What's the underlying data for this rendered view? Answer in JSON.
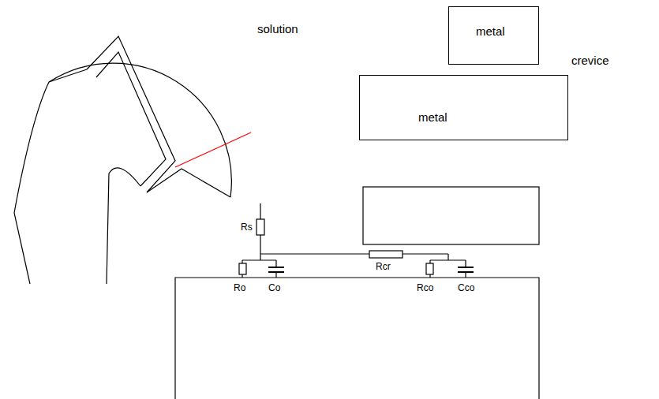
{
  "diagram": {
    "nodes": [
      {
        "text": [
          "metal"
        ]
      },
      {
        "text": [
          "metal"
        ]
      }
    ],
    "labels": [
      "solution",
      "crevice",
      "Rs",
      "Rcr",
      "Ro",
      "Co",
      "Rco",
      "Cco"
    ]
  }
}
